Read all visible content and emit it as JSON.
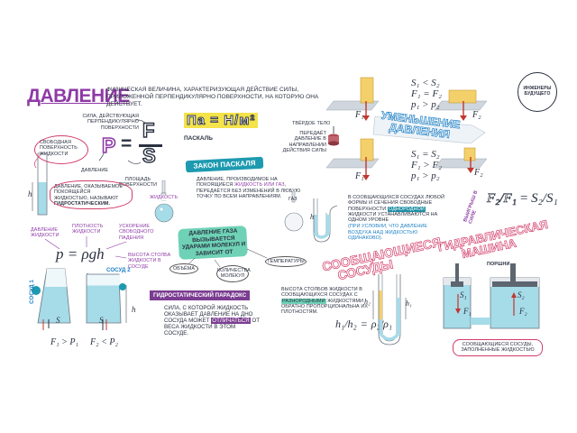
{
  "logo": {
    "text": "ИНЖЕНЕРЫ БУДУЩЕГО"
  },
  "title": {
    "word": "ДАВЛЕНИЕ",
    "definition": "ФИЗИЧЕСКАЯ ВЕЛИЧИНА, ХАРАКТЕРИЗУЮЩАЯ ДЕЙСТВИЕ СИЛЫ, ПРИЛОЖЕННОЙ ПЕРПЕНДИКУЛЯРНО ПОВЕРХНОСТИ, НА КОТОРУЮ ОНА ДЕЙСТВУЕТ."
  },
  "formula": {
    "p": "P",
    "eq": "=",
    "f": "F",
    "s": "S",
    "force_label": "СИЛА, ДЕЙСТВУЮЩАЯ ПЕРПЕНДИКУЛЯРНО ПОВЕРХНОСТИ",
    "pressure_label": "ДАВЛЕНИЕ",
    "area_label": "ПЛОЩАДЬ ПОВЕРХНОСТИ",
    "unit": "Па = Н/м²",
    "unit_label": "ПАСКАЛЬ"
  },
  "solid": {
    "title": "ТВЁРДОЕ ТЕЛО",
    "text": "ПЕРЕДАЁТ ДАВЛЕНИЕ В НАПРАВЛЕНИИ ДЕЙСТВИЯ СИЛЫ"
  },
  "reduction": {
    "title": "УМЕНЬШЕНИЕ ДАВЛЕНИЯ",
    "case1": {
      "line1": "S₁ < S₂",
      "line2": "F₁ = F₂",
      "line3": "p₁ > p₂"
    },
    "case2": {
      "line1": "S₁ = S₂",
      "line2": "F₁ > F₂",
      "line3": "p₁ > p₂"
    },
    "f1": "F₁",
    "f2": "F₂"
  },
  "free_surface": {
    "label": "СВОБОДНАЯ ПОВЕРХНОСТЬ ЖИДКОСТИ",
    "text_a": "ДАВЛЕНИЕ, ОКАЗЫВАЕМОЕ ПОКОЯЩЕЙСЯ ЖИДКОСТЬЮ, НАЗЫВАЮТ",
    "text_b": "ГИДРОСТАТИЧЕСКИМ.",
    "h": "h"
  },
  "pascal": {
    "title": "ЗАКОН ПАСКАЛЯ",
    "text_a": "ДАВЛЕНИЕ, ПРОИЗВОДИМОЕ НА ПОКОЯЩИЕСЯ",
    "text_b": "ЖИДКОСТЬ ИЛИ ГАЗ",
    "text_c": ", ПЕРЕДАЁТСЯ БЕЗ ИЗМЕНЕНИЙ В ЛЮБУЮ ТОЧКУ ПО ВСЕМ НАПРАВЛЕНИЯМ.",
    "liquid": "ЖИДКОСТЬ",
    "gas": "ГАЗ"
  },
  "gas_pressure": {
    "text": "ДАВЛЕНИЕ ГАЗА ВЫЗЫВАЕТСЯ УДАРАМИ МОЛЕКУЛ И ЗАВИСИТ ОТ",
    "volume": "ОБЪЁМА",
    "count": "КОЛИЧЕСТВА МОЛЕКУЛ",
    "temp": "ТЕМПЕРАТУРЫ"
  },
  "hydro": {
    "formula": "p = ρgh",
    "pressure": "ДАВЛЕНИЕ ЖИДКОСТИ",
    "density": "ПЛОТНОСТЬ ЖИДКОСТИ",
    "accel": "УСКОРЕНИЕ СВОБОДНОГО ПАДЕНИЯ",
    "height": "ВЫСОТА СТОЛБА ЖИДКОСТИ В СОСУДЕ"
  },
  "vessels": {
    "sosud1": "СОСУД 1",
    "sosud2": "СОСУД 2",
    "s": "S",
    "h": "h",
    "cmp1": "F₁ > P₁",
    "cmp2": "F₂ < P₂"
  },
  "paradox": {
    "title": "ГИДРОСТАТИЧЕСКИЙ ПАРАДОКС",
    "text_a": "СИЛА, С КОТОРОЙ ЖИДКОСТЬ ОКАЗЫВАЕТ ДАВЛЕНИЕ НА ДНО СОСУДА МОЖЕТ",
    "text_b": "ОТЛИЧАТЬСЯ",
    "text_c": "ОТ ВЕСА ЖИДКОСТИ В ЭТОМ СОСУДЕ."
  },
  "comm": {
    "title": "СООБЩАЮЩИЕСЯ СОСУДЫ",
    "text_a": "В СООБЩАЮЩИХСЯ СОСУДАХ ЛЮБОЙ ФОРМЫ И СЕЧЕНИЯ СВОБОДНЫЕ ПОВЕРХНОСТИ",
    "text_b": "ОДНОРОДНОЙ",
    "text_c": "ЖИДКОСТИ УСТАНАВЛИВАЮТСЯ НА ОДНОМ УРОВНЕ",
    "text_d": "(ПРИ УСЛОВИИ, ЧТО ДАВЛЕНИЕ ВОЗДУХА НАД ЖИДКОСТЬЮ ОДИНАКОВО).",
    "h": "h",
    "text2_a": "ВЫСОТА СТОЛБОВ ЖИДКОСТИ В СООБЩАЮЩИХСЯ СОСУДАХ С",
    "text2_b": "РАЗНОРОДНЫМИ",
    "text2_c": "ЖИДКОСТЯМИ ОБРАТНО ПРОПОРЦИОНАЛЬНА ИХ ПЛОТНОСТЯМ.",
    "ratio_h": "h₁/h₂",
    "ratio_rho": "ρ₂/ρ₁",
    "h1": "h₁",
    "h2": "h₂"
  },
  "press": {
    "title": "ГИДРАВЛИЧЕСКАЯ МАШИНА",
    "gain": "ВЫИГРЫШ В СИЛЕ",
    "formula_f": "F₂/F₁",
    "formula_s": "S₂/S₁",
    "pistons": "ПОРШНИ",
    "s1": "S₁",
    "s2": "S₂",
    "f1": "F₁",
    "f2": "F₂",
    "footer": "СООБЩАЮЩИЕСЯ СОСУДЫ, ЗАПОЛНЕННЫЕ ЖИДКОСТЬЮ"
  }
}
